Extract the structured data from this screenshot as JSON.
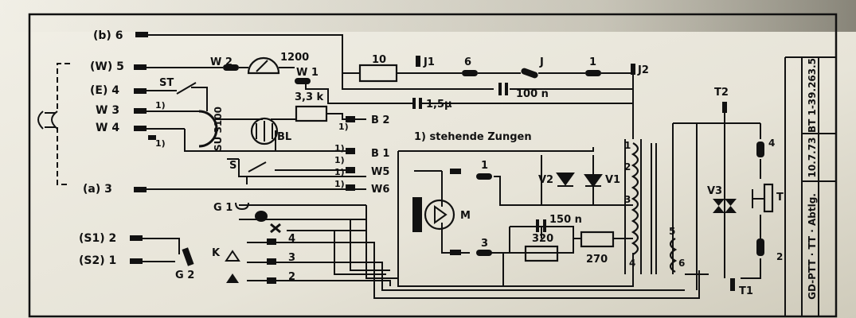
{
  "colors": {
    "paper": "#e9e7db",
    "ink": "#111111",
    "shadow": "#8f8b7c"
  },
  "terminals": {
    "b6": "(b) 6",
    "w5": "(W) 5",
    "e4": "(E) 4",
    "w3": "W 3",
    "w4": "W 4",
    "a3": "(a) 3",
    "s1": "(S1) 2",
    "s2": "(S2) 1"
  },
  "components": {
    "w2": "W 2",
    "meter_value": "1200",
    "w1": "W 1",
    "st": "ST",
    "r10": "10",
    "j1": "J1",
    "r6": "6",
    "j": "J",
    "r1": "1",
    "j2": "J2",
    "cap_100n": "100 n",
    "cap_15u": "1,5μ",
    "r33k": "3,3 k",
    "b2": "B 2",
    "su3100": "SU 3100",
    "bl": "BL",
    "note_ref1": "1)",
    "note_ref2": "1)",
    "note_ref3": "1)",
    "note_ref4": "1)",
    "note_ref5": "1)",
    "note_ref6": "1)",
    "note_ref7": "1)",
    "note": "1) stehende Zungen",
    "b1": "B 1",
    "s": "S",
    "w5b": "W5",
    "w6": "W6",
    "g1": "G 1",
    "g2": "G 2",
    "k": "K",
    "k4": "4",
    "k3": "3",
    "k2": "2",
    "motor": "M",
    "r_m1": "1",
    "v2": "V2",
    "v1": "V1",
    "cap_150n": "150 n",
    "r_m3": "3",
    "r320": "320",
    "r270": "270",
    "tr1": "1",
    "tr2": "2",
    "tr3": "3",
    "tr4": "4",
    "tr5": "5",
    "tr6": "6",
    "t2": "T2",
    "v3": "V3",
    "t": "T",
    "t4": "4",
    "t2b": "2",
    "t1": "T1"
  },
  "side_labels": {
    "doc_no": "BT 1-39.263.5",
    "date": "10.7.73",
    "maker": "GD-PTT · TT · Abtlg."
  }
}
